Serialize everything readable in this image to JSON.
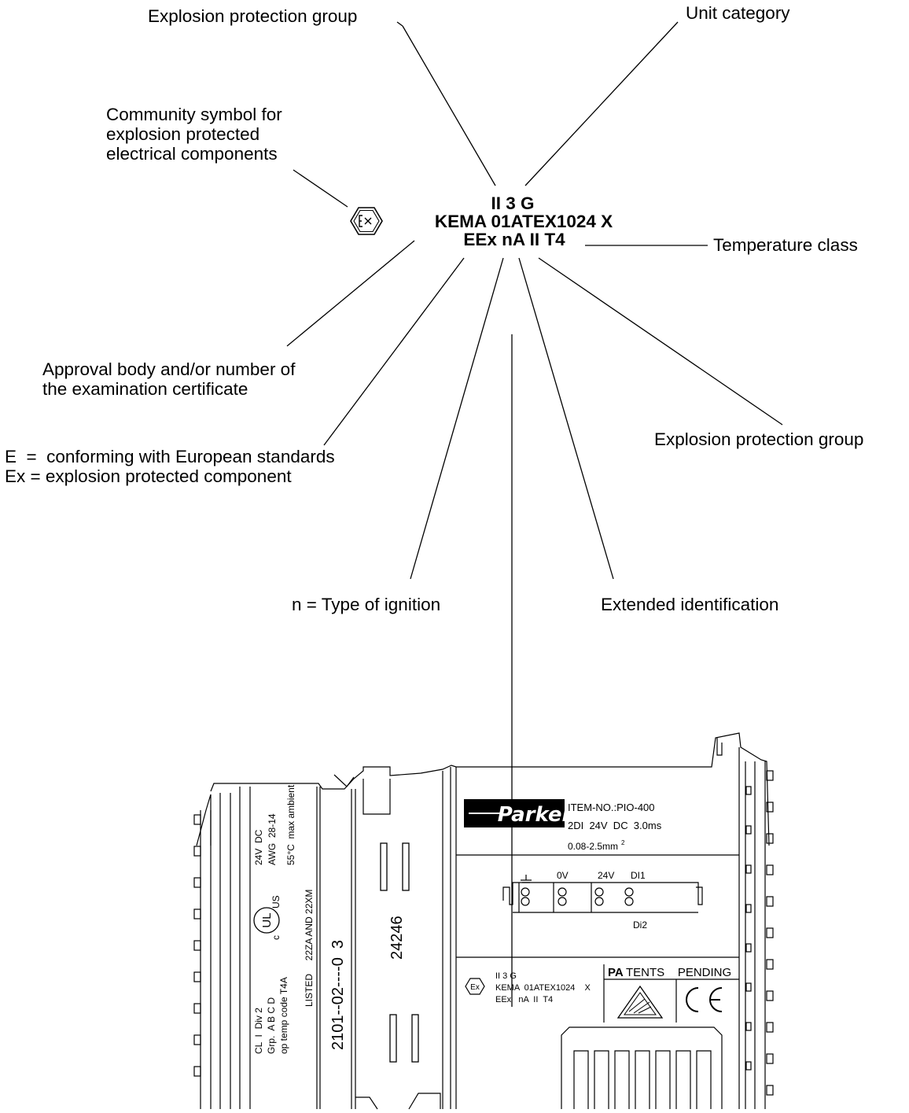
{
  "marking": {
    "line1": "II 3 G",
    "line2": "KEMA 01ATEX1024 X",
    "line3": "EEx nA II T4"
  },
  "annotations": {
    "explosion_group_top": "Explosion protection group",
    "unit_category": "Unit category",
    "community_symbol": [
      "Community symbol for",
      "explosion protected",
      "electrical components"
    ],
    "temperature_class": "Temperature class",
    "approval_body": [
      "Approval body and/or number of",
      "the examination certificate"
    ],
    "explosion_group_right": "Explosion protection group",
    "standards": [
      "E  =  conforming with European standards",
      "Ex = explosion protected component"
    ],
    "ignition_type": "n = Type of ignition",
    "extended_id": "Extended identification"
  },
  "device": {
    "brand": "Parker",
    "item_no": "ITEM-NO.:PIO-400",
    "spec": "2DI  24V  DC  3.0ms",
    "wire": "0.08-2.5mm",
    "wire_sup": "2",
    "terminal_labels": [
      "0V",
      "24V",
      "DI1",
      "Di2"
    ],
    "side_number": "24246",
    "side_code": "2101--02----0  3",
    "listed": "LISTED     22ZA AND 22XM",
    "rating_lines": [
      "24V  DC",
      "AWG  28-14",
      "55°C  max ambient"
    ],
    "class_lines": [
      "CL  I  Div 2",
      "Grp.  A B C D",
      "op temp code T4A"
    ],
    "ul_marks": [
      "c",
      "US"
    ],
    "small_mark": [
      "II 3 G",
      "KEMA  01ATEX1024    X",
      "EEx   nA  II  T4"
    ],
    "patents_pa": "PA",
    "patents_rest": "TENTS    PENDING"
  }
}
